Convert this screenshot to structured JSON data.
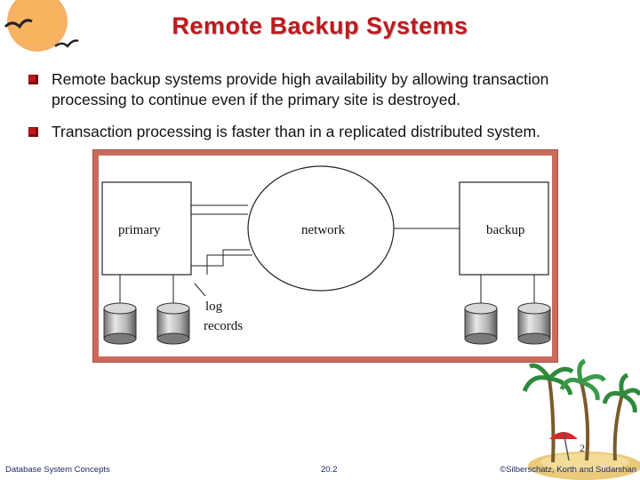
{
  "slide": {
    "title": "Remote Backup Systems",
    "bullets": [
      "Remote backup systems provide high availability by allowing transaction processing to continue even if the primary site is destroyed.",
      "Transaction processing is faster than in a replicated distributed system."
    ],
    "colors": {
      "title": "#c0191c",
      "bullet": "#c0191c",
      "frame": "#c86b5d"
    }
  },
  "figure": {
    "primary_label": "primary",
    "network_label": "network",
    "backup_label": "backup",
    "log_label": "log",
    "records_label": "records"
  },
  "page_number": "2",
  "footer": {
    "left": "Database System Concepts",
    "center": "20.2",
    "right": "©Silberschatz, Korth and Sudarshan"
  }
}
